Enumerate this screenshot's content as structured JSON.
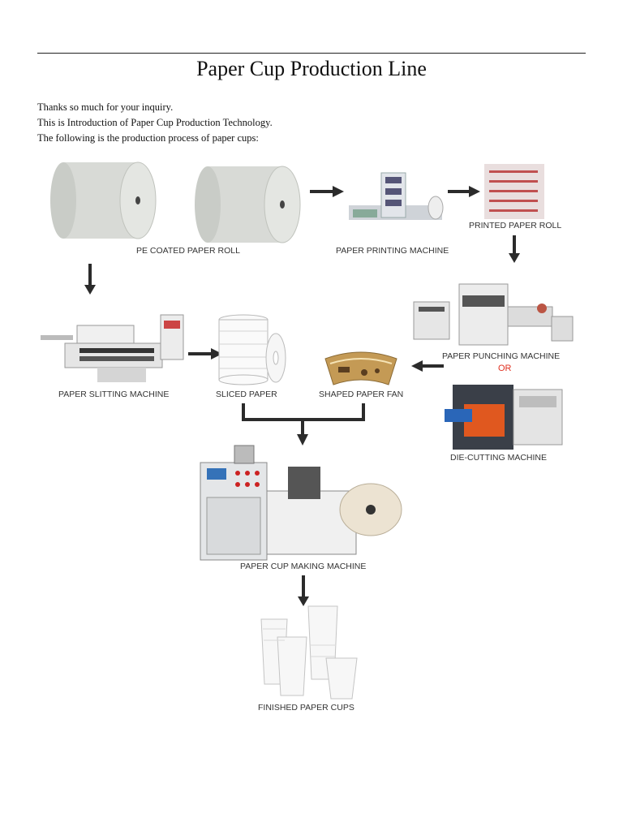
{
  "document": {
    "title": "Paper Cup Production Line",
    "intro": [
      "Thanks so much for your inquiry.",
      "This is Introduction of Paper Cup Production Technology.",
      "The following is the production process of paper cups:"
    ]
  },
  "diagram": {
    "labels": {
      "pe_roll": "PE COATED PAPER ROLL",
      "printing_machine": "PAPER PRINTING MACHINE",
      "printed_roll": "PRINTED PAPER ROLL",
      "punching_machine": "PAPER PUNCHING MACHINE",
      "or": "OR",
      "die_cutting": "DIE-CUTTING MACHINE",
      "slitting_machine": "PAPER SLITTING MACHINE",
      "sliced_paper": "SLICED PAPER",
      "paper_fan": "SHAPED PAPER FAN",
      "cup_machine": "PAPER CUP MAKING MACHINE",
      "finished_cups": "FINISHED PAPER CUPS"
    },
    "colors": {
      "arrow": "#2b2b2b",
      "or_text": "#e03020"
    }
  }
}
